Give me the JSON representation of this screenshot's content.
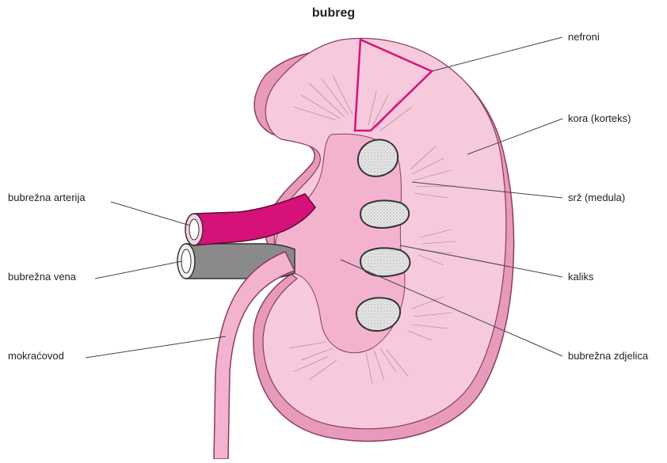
{
  "title": "bubreg",
  "labels": {
    "nefroni": "nefroni",
    "kora": "kora (korteks)",
    "srz": "srž (medula)",
    "kaliks": "kaliks",
    "zdjelica": "bubrežna zdjelica",
    "arterija": "bubrežna arterija",
    "vena": "bubrežna vena",
    "mokracovod": "mokraćovod"
  },
  "colors": {
    "cortex": "#f7c9dc",
    "capsule": "#e89aba",
    "pelvis": "#f3b3cf",
    "artery": "#d6127a",
    "vein": "#8a8a8a",
    "calyx": "#e6e6e6",
    "highlight": "#d6127a"
  }
}
